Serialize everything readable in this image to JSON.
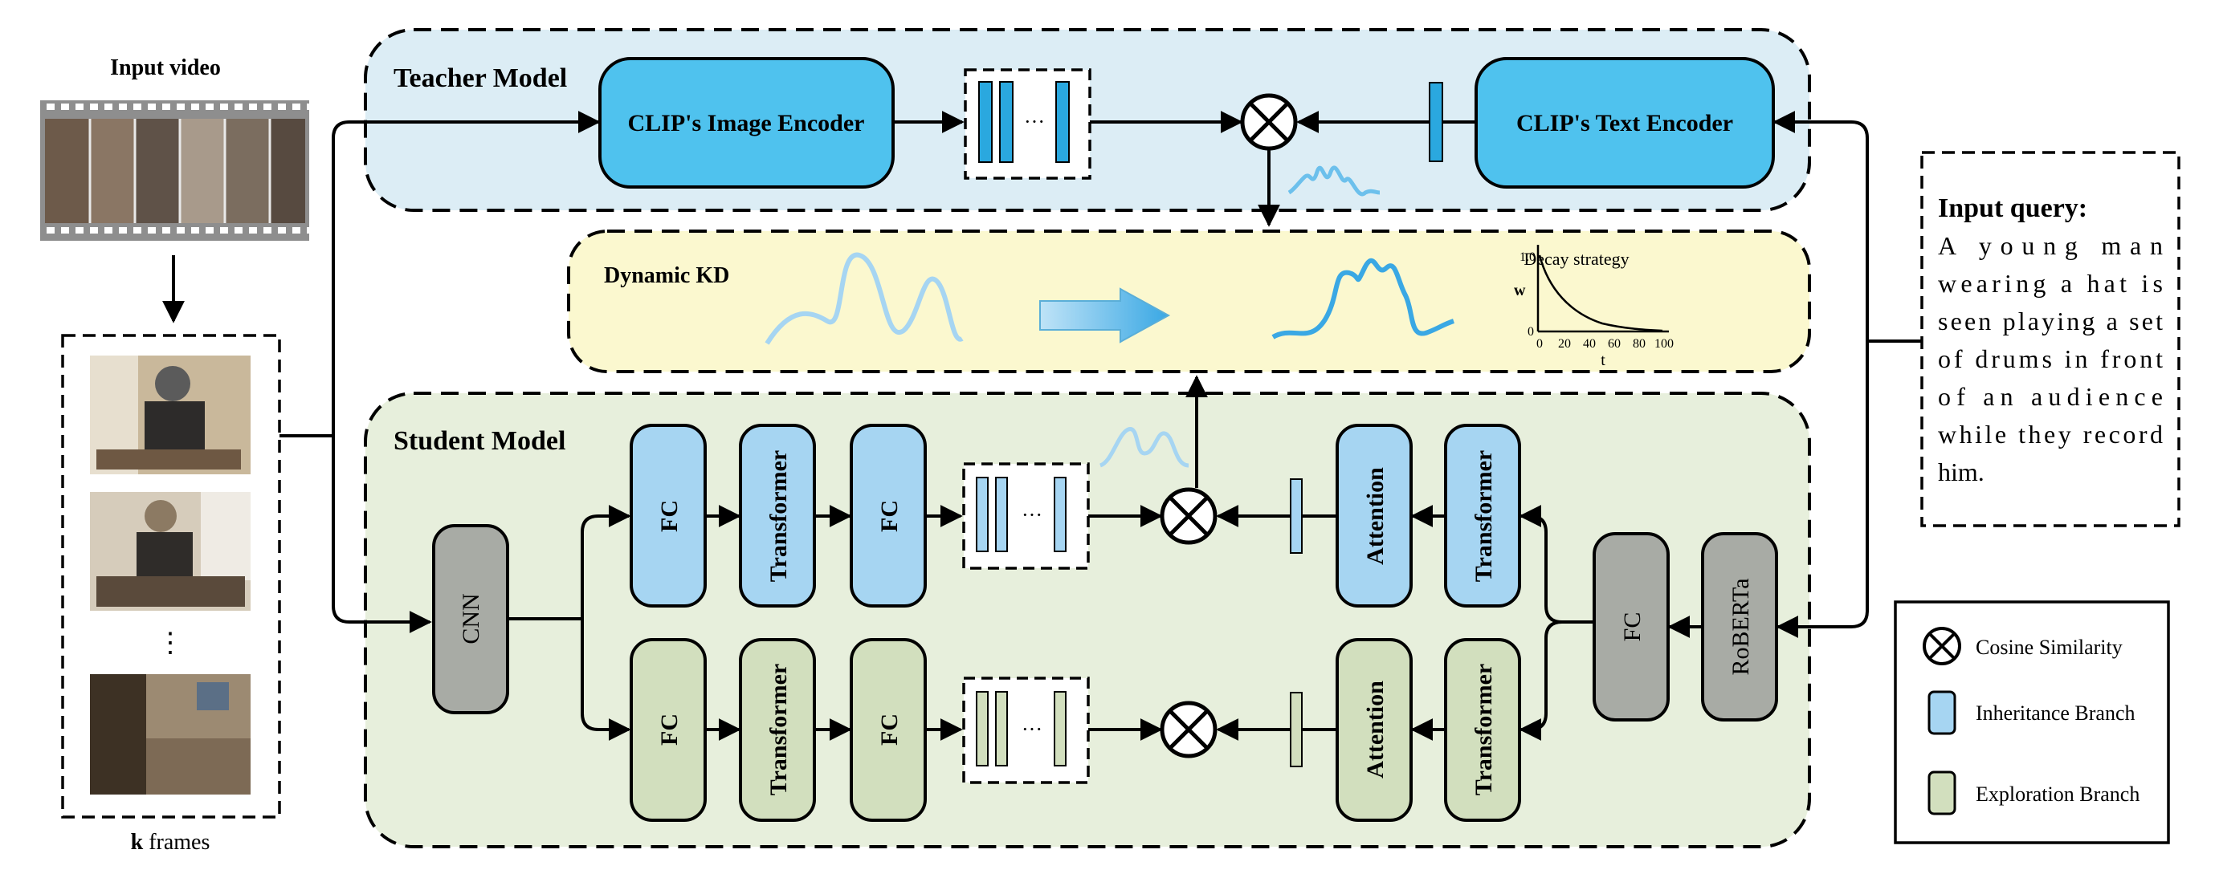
{
  "input_video": {
    "title": "Input video"
  },
  "frames": {
    "ellipsis": "⋮",
    "caption_k": "k",
    "caption_rest": " frames"
  },
  "teacher": {
    "title": "Teacher Model",
    "image_encoder": "CLIP's Image Encoder",
    "text_encoder": "CLIP's Text Encoder",
    "feature_ellipsis": "···"
  },
  "dynamic_kd": {
    "title": "Dynamic KD",
    "decay_chart": {
      "title": "Decay strategy",
      "xlabel": "t",
      "ylabel": "w",
      "x_ticks": [
        "0",
        "20",
        "40",
        "60",
        "80",
        "100"
      ],
      "y_ticks": [
        "0",
        "1.0"
      ]
    }
  },
  "student": {
    "title": "Student Model",
    "cnn": "CNN",
    "fc": "FC",
    "transformer": "Transformer",
    "attention": "Attention",
    "roberta": "RoBERTa",
    "feature_ellipsis": "···"
  },
  "query": {
    "title": "Input query:",
    "lines": [
      "A young man",
      "wearing a hat is",
      "seen playing a set",
      "of drums in front",
      "of an audience",
      "while they record",
      "him."
    ]
  },
  "legend": {
    "cosine": "Cosine Similarity",
    "inheritance": "Inheritance Branch",
    "exploration": "Exploration Branch"
  },
  "colors": {
    "teacher_bg": "#dcedf5",
    "kd_bg": "#fbf8cf",
    "student_bg": "#e7efdc",
    "teacher_block": "#4fc2ee",
    "inheritance": "#a6d5f2",
    "exploration": "#d2dfbe",
    "gray_block": "#a8aba5",
    "curve": "#6cc0ec"
  }
}
